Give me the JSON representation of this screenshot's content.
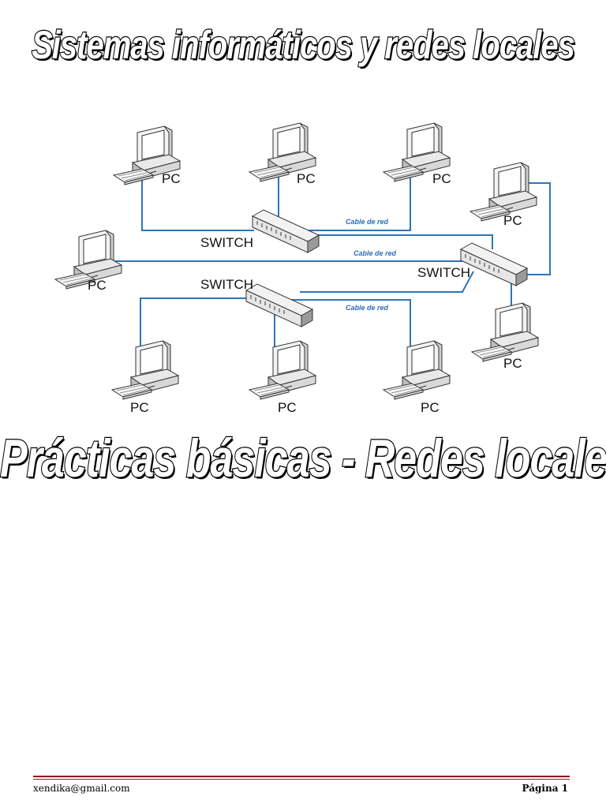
{
  "document": {
    "title_top": "Sistemas informáticos y redes locales",
    "title_mid": "Prácticas básicas - Redes locales"
  },
  "diagram": {
    "pc_label": "PC",
    "switch_label": "SWITCH",
    "cable_label": "Cable de red",
    "colors": {
      "cable": "#2e75b6",
      "cable_label": "#2e6fb5"
    },
    "pc_icon": "desktop-computer-icon",
    "switch_icon": "network-switch-icon"
  },
  "footer": {
    "email": "xendika@gmail.com",
    "page": "Página 1",
    "rule_color": "#8b1a1a"
  }
}
